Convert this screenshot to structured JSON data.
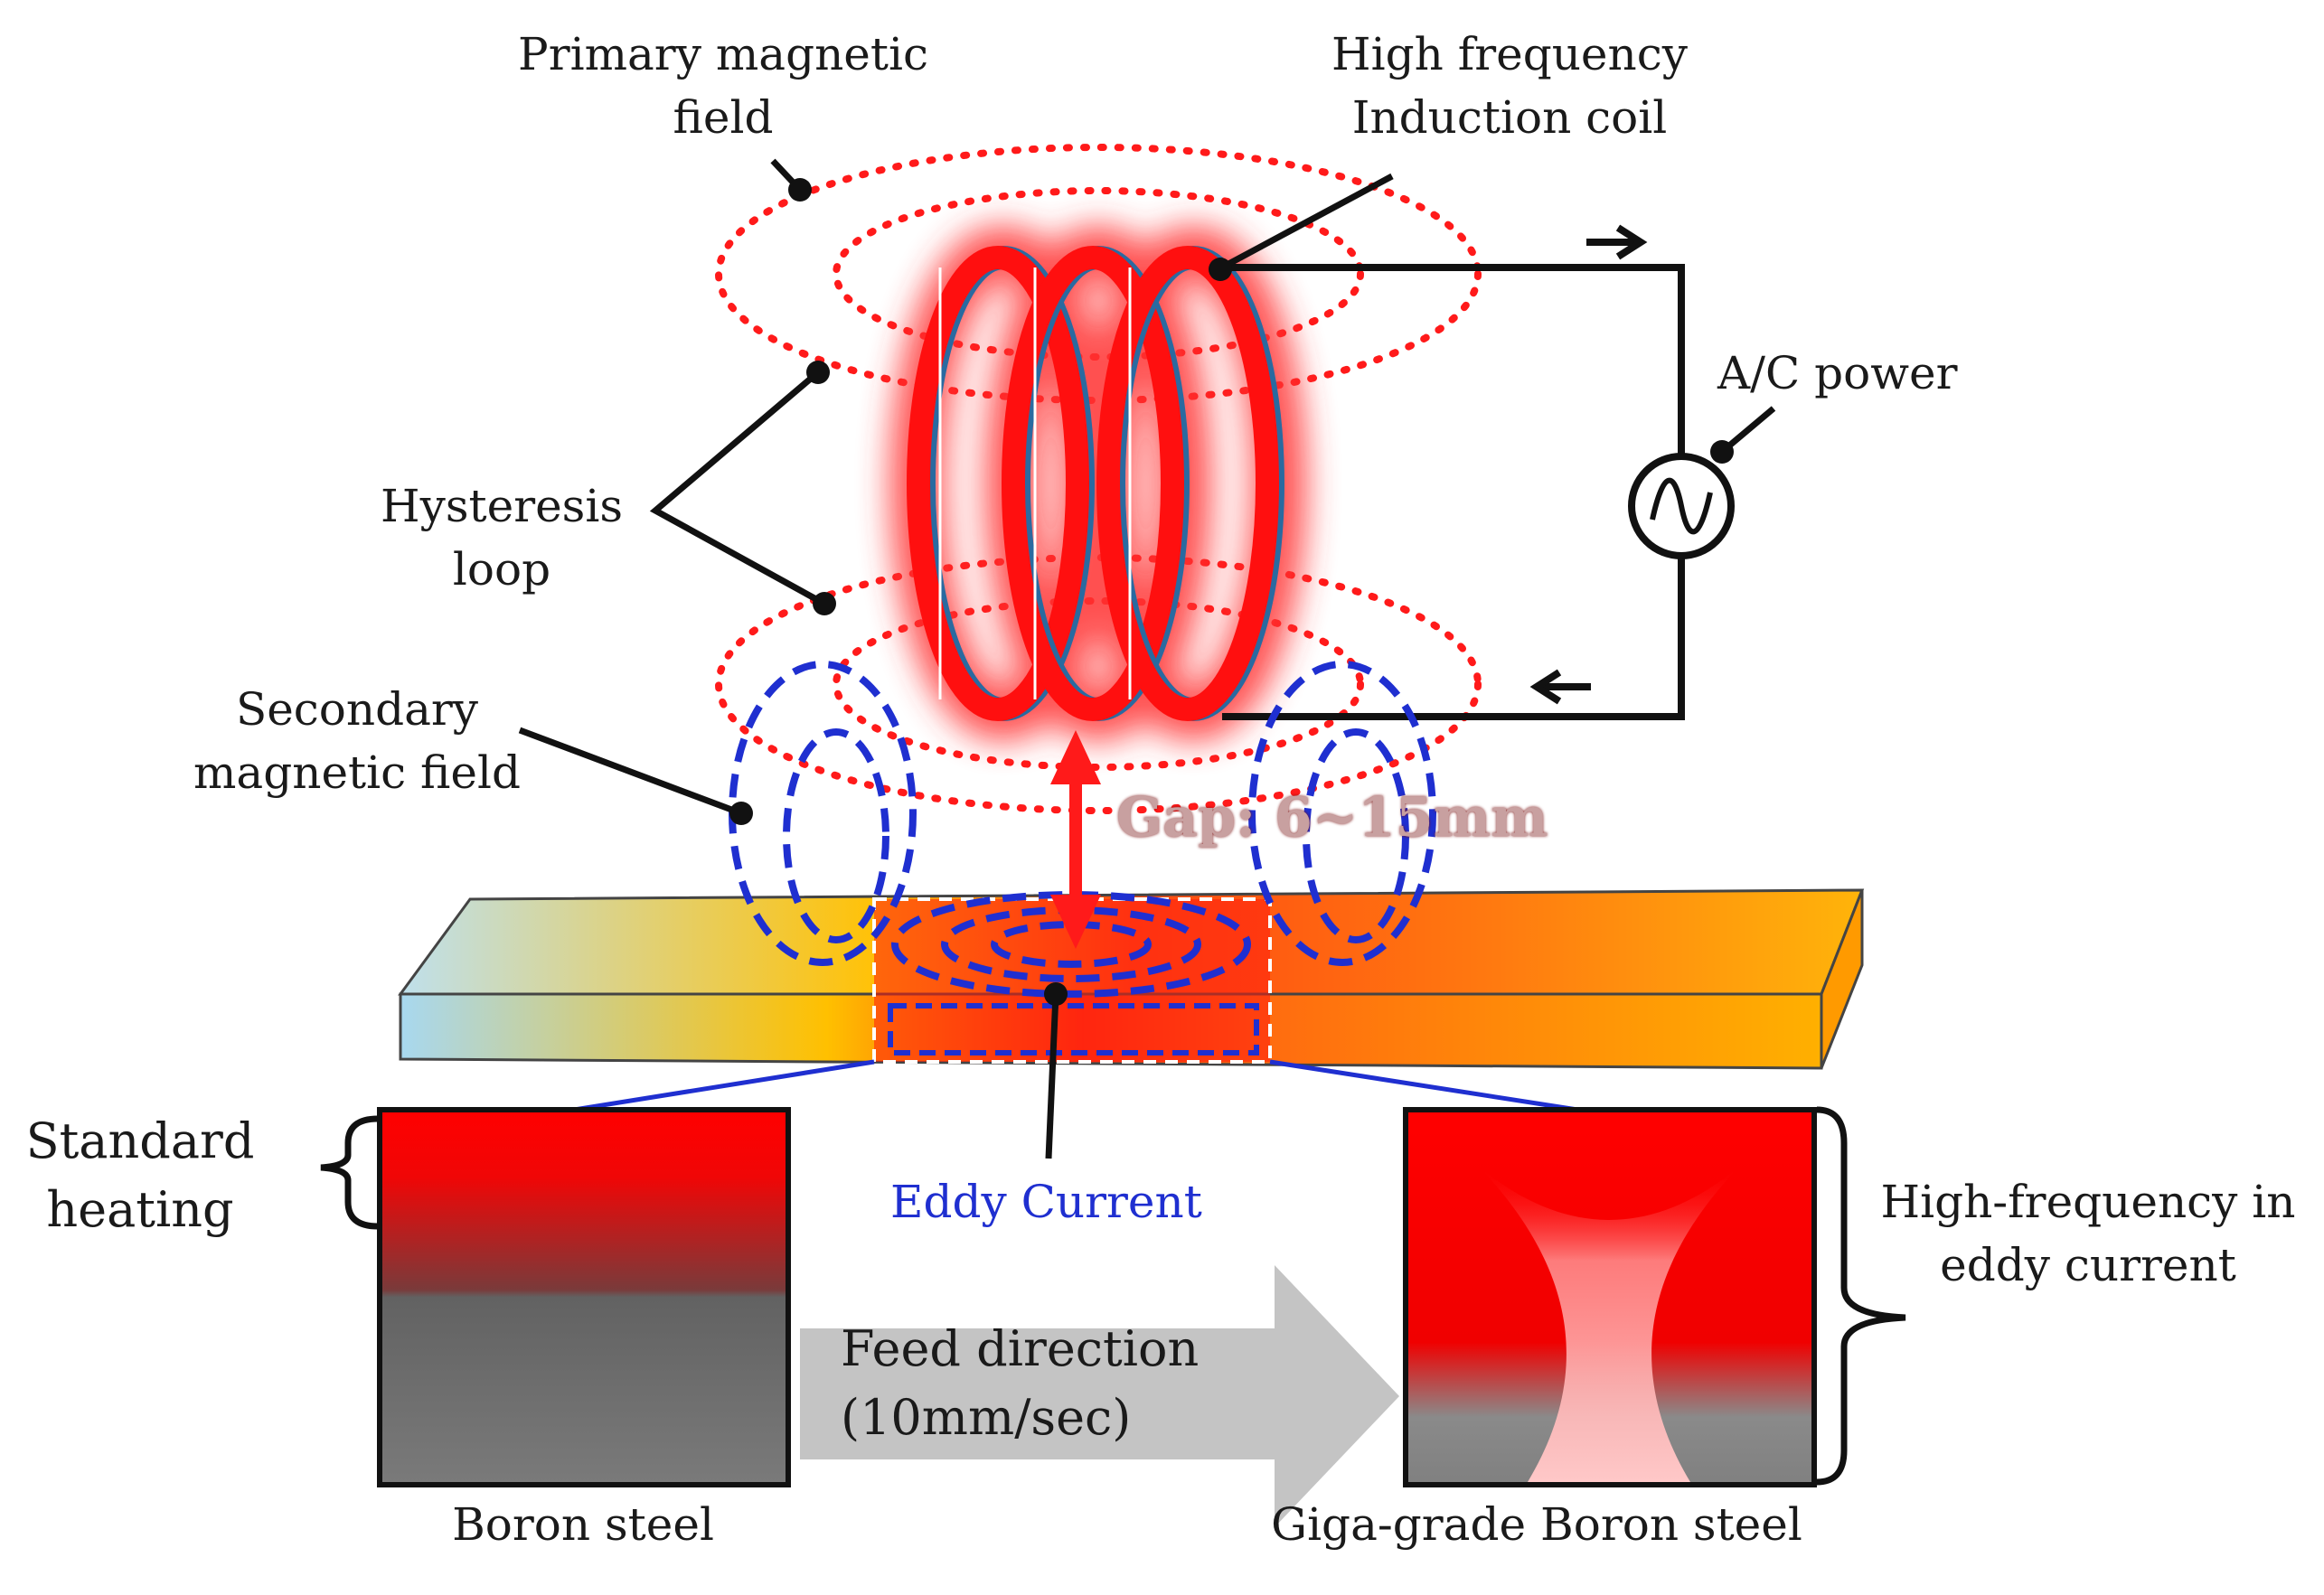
{
  "labels": {
    "primary_field_1": "Primary magnetic",
    "primary_field_2": "field",
    "coil_1": "High frequency",
    "coil_2": "Induction coil",
    "ac_power": "A/C power",
    "hysteresis_1": "Hysteresis",
    "hysteresis_2": "loop",
    "secondary_1": "Secondary",
    "secondary_2": "magnetic field",
    "gap": "Gap: 6~15mm",
    "standard_1": "Standard",
    "standard_2": "heating",
    "eddy_current": "Eddy Current",
    "hf_eddy_1": "High-frequency in",
    "hf_eddy_2": "eddy current",
    "feed_1": "Feed direction",
    "feed_2": "(10mm/sec)",
    "boron_steel": "Boron steel",
    "giga_boron_steel": "Giga-grade Boron steel"
  },
  "colors": {
    "coil": "#ff1a1a",
    "primary_field": "#ff1a1a",
    "secondary_field": "#1f2fd0",
    "eddy_text": "#1f2fd0",
    "feed_arrow": "#c4c4c4"
  }
}
